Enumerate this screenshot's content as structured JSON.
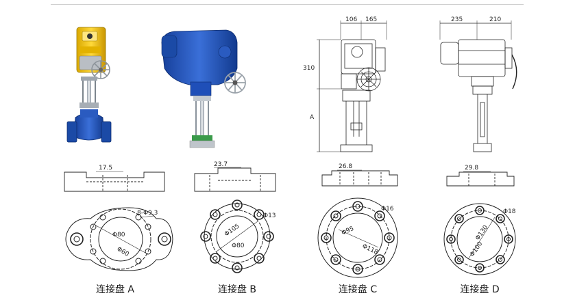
{
  "captions": [
    "连接盘 A",
    "连接盘 B",
    "连接盘 C",
    "连接盘 D"
  ],
  "drawing_c": {
    "width_left": "106",
    "width_right": "165",
    "height_top": "310",
    "height_bottom": "A"
  },
  "drawing_d": {
    "width_left": "235",
    "width_right": "210"
  },
  "flange_a": {
    "thickness": "17.5",
    "holes": "8-Φ9.3",
    "outer_pcd": "Φ80",
    "inner_dia": "Φ60"
  },
  "flange_b": {
    "thickness": "23.7",
    "holes": "Φ13",
    "outer_pcd": "Φ105",
    "inner_dia": "Φ80"
  },
  "flange_c": {
    "thickness": "26.8",
    "holes": "Φ16",
    "inner_dia": "Φ95",
    "outer_pcd": "Φ118"
  },
  "flange_d": {
    "thickness": "29.8",
    "holes": "Φ18",
    "outer_pcd": "Φ130",
    "inner_dia": "Φ100"
  },
  "colors": {
    "actuator_yellow": "#f2c10e",
    "actuator_blue": "#1f4fb8",
    "valve_blue": "#1e4ea8",
    "line": "#222222"
  }
}
